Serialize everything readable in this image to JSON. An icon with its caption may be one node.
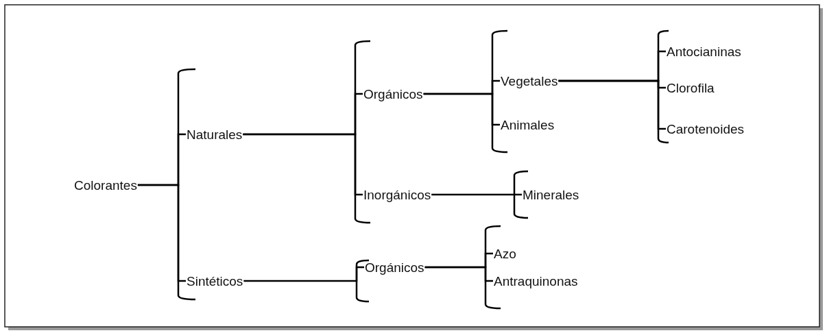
{
  "diagram": {
    "nodes": [
      {
        "text": [
          "Colorantes"
        ]
      },
      {
        "text": [
          "Naturales"
        ]
      },
      {
        "text": [
          "Sintéticos"
        ]
      },
      {
        "text": [
          "Orgánicos"
        ]
      },
      {
        "text": [
          "Inorgánicos"
        ]
      },
      {
        "text": [
          "Vegetales"
        ]
      },
      {
        "text": [
          "Animales"
        ]
      },
      {
        "text": [
          "Antocianinas"
        ]
      },
      {
        "text": [
          "Clorofila"
        ]
      },
      {
        "text": [
          "Carotenoides"
        ]
      },
      {
        "text": [
          "Minerales"
        ]
      },
      {
        "text": [
          "Orgánicos"
        ]
      },
      {
        "text": [
          "Azo"
        ]
      },
      {
        "text": [
          "Antraquinonas"
        ]
      }
    ],
    "edges": [
      {
        "from": 0,
        "to": 1,
        "arrow": "none"
      },
      {
        "from": 0,
        "to": 2,
        "arrow": "none"
      },
      {
        "from": 1,
        "to": 3,
        "arrow": "none"
      },
      {
        "from": 1,
        "to": 4,
        "arrow": "none"
      },
      {
        "from": 3,
        "to": 5,
        "arrow": "none"
      },
      {
        "from": 3,
        "to": 6,
        "arrow": "none"
      },
      {
        "from": 5,
        "to": 7,
        "arrow": "none"
      },
      {
        "from": 5,
        "to": 8,
        "arrow": "none"
      },
      {
        "from": 5,
        "to": 9,
        "arrow": "none"
      },
      {
        "from": 4,
        "to": 10,
        "arrow": "none"
      },
      {
        "from": 2,
        "to": 11,
        "arrow": "none"
      },
      {
        "from": 11,
        "to": 12,
        "arrow": "none"
      },
      {
        "from": 11,
        "to": 13,
        "arrow": "none"
      }
    ]
  }
}
